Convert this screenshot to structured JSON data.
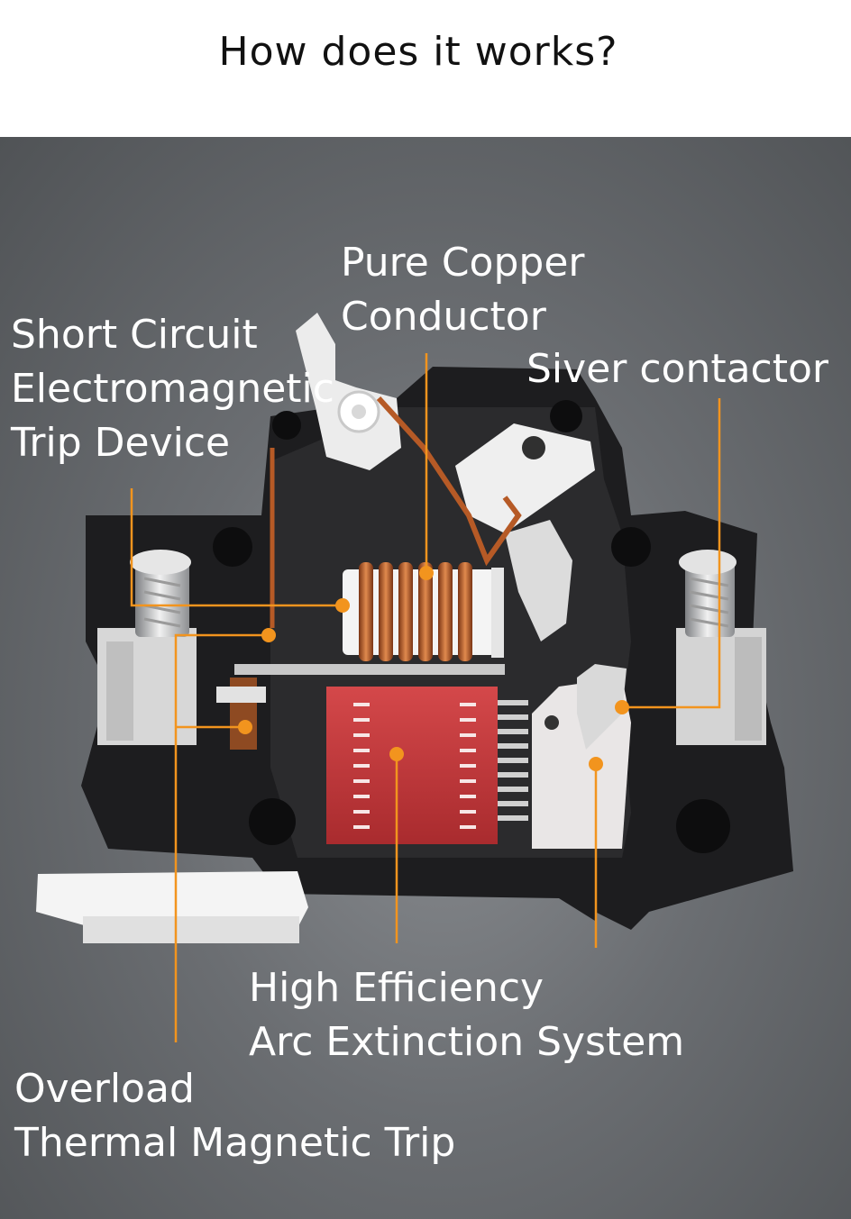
{
  "header": {
    "title": "How does it works?"
  },
  "labels": {
    "pure_copper": [
      "Pure Copper",
      "Conductor"
    ],
    "short_circuit": [
      "Short Circuit",
      "Electromagnetic",
      "Trip Device"
    ],
    "silver_contactor": [
      "Siver contactor"
    ],
    "arc_extinction": [
      "High Efficiency",
      "Arc Extinction System"
    ],
    "overload": [
      "Overload",
      "Thermal Magnetic Trip"
    ]
  },
  "colors": {
    "accent": "#f2941e",
    "housing": "#1d1d1f",
    "arc_chute": "#c93a3d",
    "coil_copper": "#c8703a",
    "background": "#6b6e72"
  }
}
